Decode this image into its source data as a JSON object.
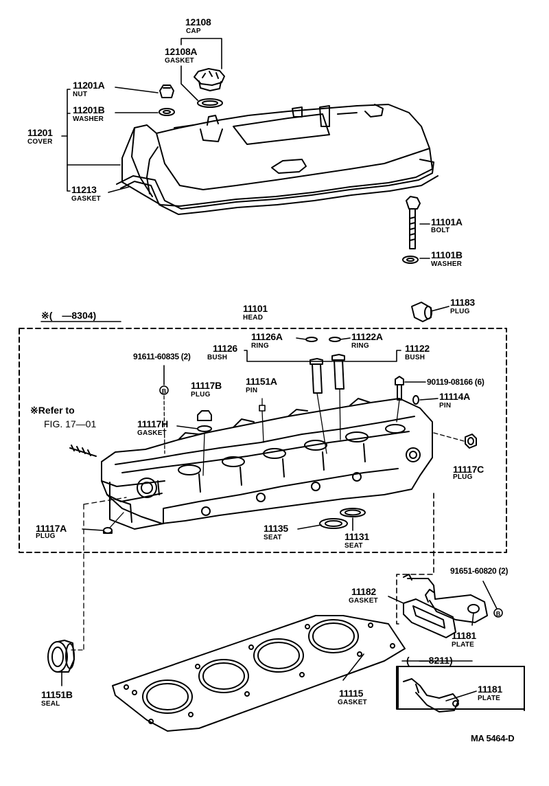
{
  "parts": {
    "cap": {
      "number": "12108",
      "name": "CAP"
    },
    "cap_gasket": {
      "number": "12108A",
      "name": "GASKET"
    },
    "nut": {
      "number": "11201A",
      "name": "NUT"
    },
    "washer_cover": {
      "number": "11201B",
      "name": "WASHER"
    },
    "cover": {
      "number": "11201",
      "name": "COVER"
    },
    "cover_gasket": {
      "number": "11213",
      "name": "GASKET"
    },
    "bolt": {
      "number": "11101A",
      "name": "BOLT"
    },
    "washer_bolt": {
      "number": "11101B",
      "name": "WASHER"
    },
    "head": {
      "number": "11101",
      "name": "HEAD"
    },
    "plug_11183": {
      "number": "11183",
      "name": "PLUG"
    },
    "ring_11126a": {
      "number": "11126A",
      "name": "RING"
    },
    "ring_11122a": {
      "number": "11122A",
      "name": "RING"
    },
    "bush_11126": {
      "number": "11126",
      "name": "BUSH"
    },
    "bush_11122": {
      "number": "11122",
      "name": "BUSH"
    },
    "bolt_91611": {
      "number": "91611-60835 (2)"
    },
    "bolt_90119": {
      "number": "90119-08166 (6)"
    },
    "plug_11117b": {
      "number": "11117B",
      "name": "PLUG"
    },
    "pin_11151a": {
      "number": "11151A",
      "name": "PIN"
    },
    "pin_11114a": {
      "number": "11114A",
      "name": "PIN"
    },
    "gasket_11117h": {
      "number": "11117H",
      "name": "GASKET"
    },
    "plug_11117c": {
      "number": "11117C",
      "name": "PLUG"
    },
    "plug_11117a": {
      "number": "11117A",
      "name": "PLUG"
    },
    "seat_11135": {
      "number": "11135",
      "name": "SEAT"
    },
    "seat_11131": {
      "number": "11131",
      "name": "SEAT"
    },
    "bolt_91651": {
      "number": "91651-60820 (2)"
    },
    "gasket_11182": {
      "number": "11182",
      "name": "GASKET"
    },
    "plate_11181": {
      "number": "11181",
      "name": "PLATE"
    },
    "seal_11151b": {
      "number": "11151B",
      "name": "SEAL"
    },
    "head_gasket": {
      "number": "11115",
      "name": "GASKET"
    },
    "plate_11181_alt": {
      "number": "11181",
      "name": "PLATE"
    }
  },
  "notes": {
    "date_range_head": "※(　—8304)",
    "date_range_plate": "(　—8211)",
    "refer_line1": "※Refer to",
    "refer_line2": "FIG. 17—01",
    "bolt_symbol": "B",
    "figure_code": "MA  5464-D"
  }
}
